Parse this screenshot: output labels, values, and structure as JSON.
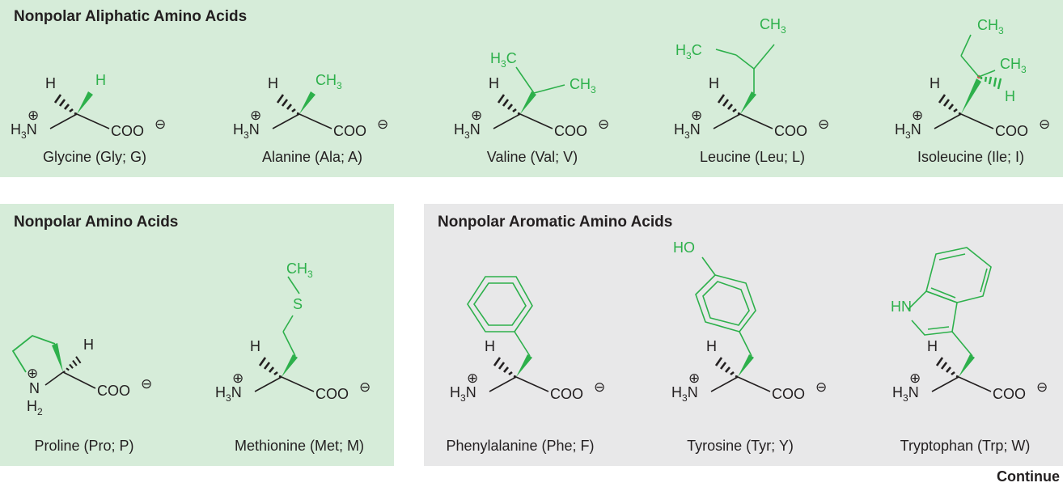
{
  "colors": {
    "green_bg": "#d6ecd9",
    "gray_bg": "#e8e8e9",
    "green": "#2db04b",
    "black": "#231f20",
    "stereocenter": "#e05050"
  },
  "panels": {
    "aliphatic": {
      "title": "Nonpolar Aliphatic Amino Acids"
    },
    "nonpolar": {
      "title": "Nonpolar Amino Acids"
    },
    "aromatic": {
      "title": "Nonpolar Aromatic Amino Acids"
    }
  },
  "amino_acids": [
    {
      "name": "Glycine (Gly; G)"
    },
    {
      "name": "Alanine (Ala; A)"
    },
    {
      "name": "Valine (Val; V)"
    },
    {
      "name": "Leucine (Leu; L)"
    },
    {
      "name": "Isoleucine (Ile; I)"
    },
    {
      "name": "Proline (Pro; P)"
    },
    {
      "name": "Methionine (Met; M)"
    },
    {
      "name": "Phenylalanine (Phe; F)"
    },
    {
      "name": "Tyrosine (Tyr; Y)"
    },
    {
      "name": "Tryptophan (Trp; W)"
    }
  ],
  "atoms": {
    "h": "H",
    "h3n": "H",
    "sub3": "3",
    "n": "N",
    "coo": "COO",
    "ch3": "CH",
    "h3c": "H",
    "c": "C",
    "s": "S",
    "ho": "HO",
    "hn": "HN",
    "nh2_n": "N",
    "sub2": "2",
    "plus": "⊕",
    "minus": "⊖"
  },
  "footer": {
    "continue_label": "Continue"
  }
}
